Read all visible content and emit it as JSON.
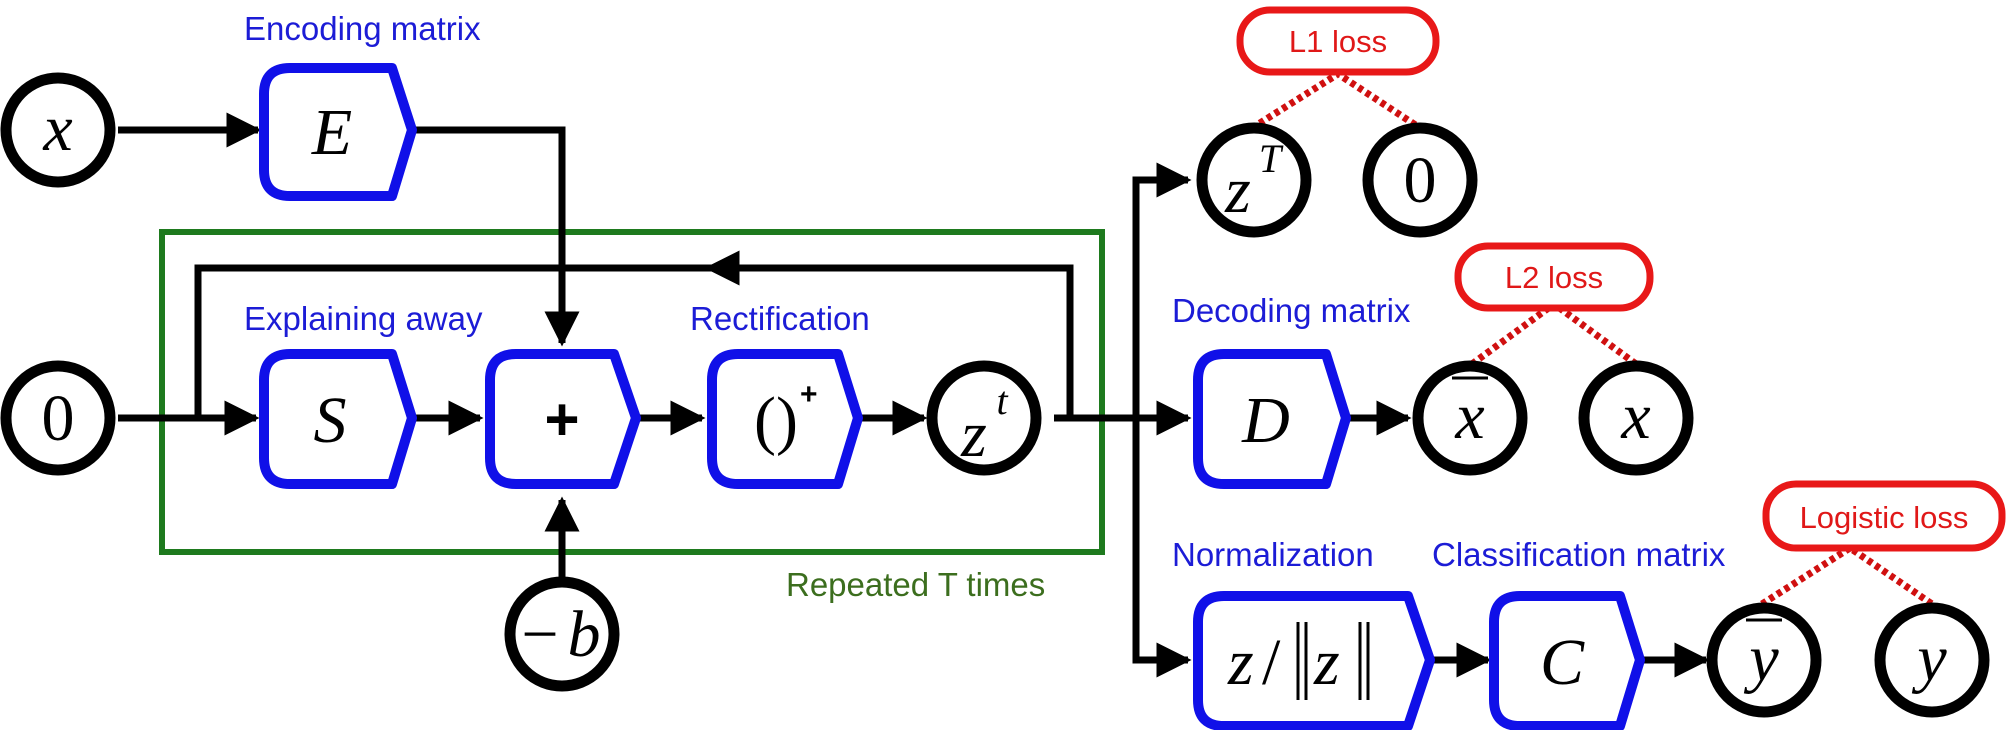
{
  "labels": {
    "encoding": "Encoding matrix",
    "explaining": "Explaining away",
    "rectification": "Rectification",
    "repeated": "Repeated T times",
    "decoding": "Decoding matrix",
    "normalization": "Normalization",
    "classification": "Classification matrix"
  },
  "losses": {
    "l1": "L1 loss",
    "l2": "L2 loss",
    "logistic": "Logistic loss"
  },
  "nodes": {
    "x_in": "x",
    "zero_in": "0",
    "neg_b_minus": "−",
    "neg_b_var": "b",
    "E": "E",
    "S": "S",
    "plus": "+",
    "relu_plus": "+",
    "zt_base": "z",
    "zt_sup": "t",
    "zT_base": "z",
    "zT_sup": "T",
    "zero_target": "0",
    "D": "D",
    "x_bar": "x",
    "x_target": "x",
    "norm_z1": "z",
    "norm_slash": "/",
    "norm_z2": "z",
    "C": "C",
    "y_bar": "y",
    "y_target": "y"
  },
  "colors": {
    "block_stroke": "#1010e8",
    "loss_stroke": "#e81818",
    "loop_box": "#1e7a1e",
    "edge": "#000000"
  }
}
